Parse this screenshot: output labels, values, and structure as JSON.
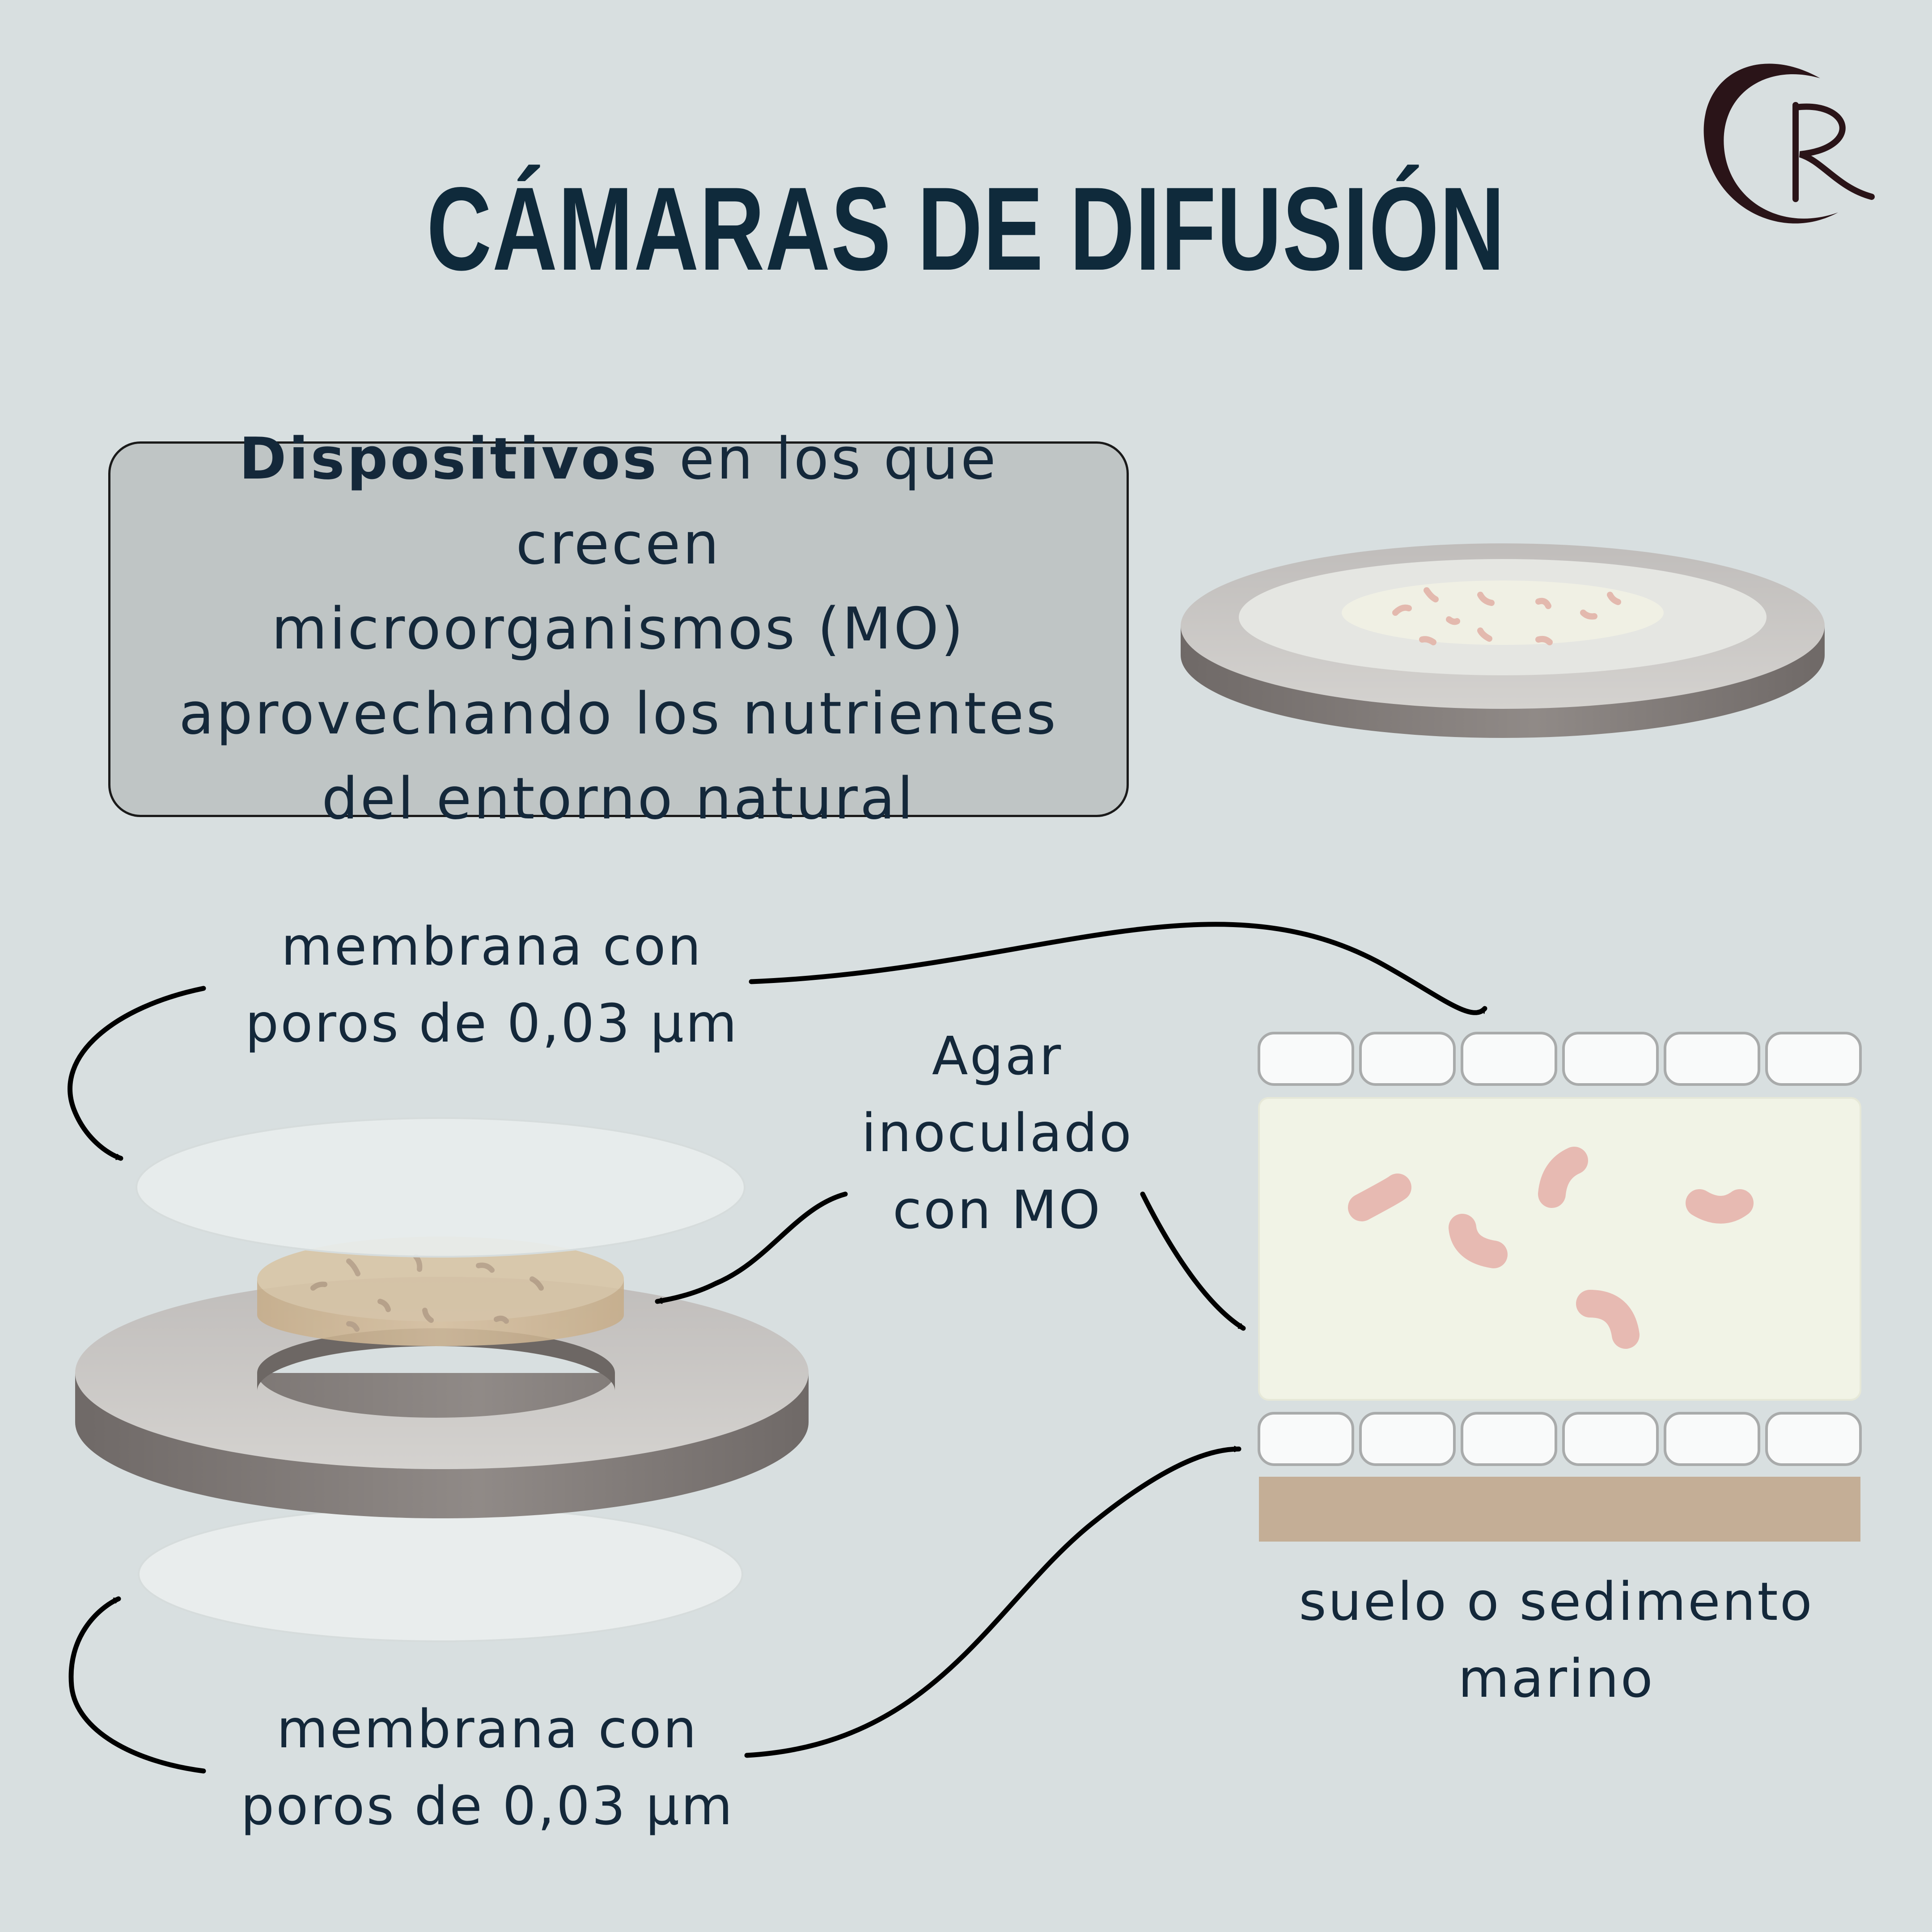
{
  "header": {
    "title": "CÁMARAS DE DIFUSIÓN",
    "logo_label": "CR"
  },
  "definition": {
    "bold": "Dispositivos",
    "line1_rest": " en los que crecen",
    "line2": "microorganismos (MO)",
    "line3": "aprovechando los nutrientes",
    "line4": "del entorno natural"
  },
  "labels": {
    "membrane_top": {
      "line1": "membrana con",
      "line2": "poros de 0,03 µm"
    },
    "membrane_bottom": {
      "line1": "membrana con",
      "line2": "poros de 0,03 µm"
    },
    "agar": {
      "line1": "Agar",
      "line2": "inoculado",
      "line3": "con MO"
    },
    "soil": {
      "line1": "suelo o sedimento",
      "line2": "marino"
    }
  },
  "colors": {
    "background": "#d8dfe0",
    "title": "#0f2a3b",
    "text": "#14283a",
    "box_fill": "#bfc5c5",
    "ring_top": "#c9c8c6",
    "ring_side": "#7d7774",
    "membrane": "#e9eded",
    "agar": "#d9c3a3",
    "agar_panel": "#f1f3e6",
    "bacteria": "#e7bab2",
    "sediment": "#c4ae96",
    "logo": "#2a1418",
    "arrow": "#000000"
  }
}
